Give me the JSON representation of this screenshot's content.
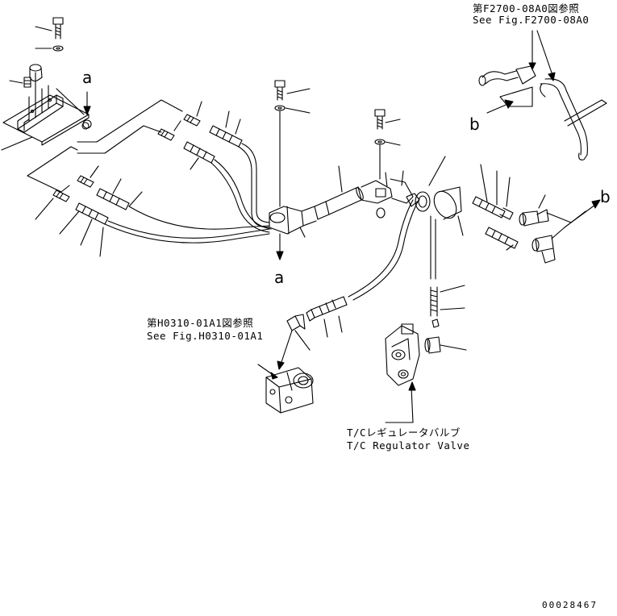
{
  "references": {
    "f2700": {
      "jp": "第F2700-08A0図参照",
      "en": "See Fig.F2700-08A0"
    },
    "h0310": {
      "jp": "第H0310-01A1図参照",
      "en": "See Fig.H0310-01A1"
    },
    "regulator": {
      "jp": "T/Cレギュレータバルブ",
      "en": "T/C Regulator Valve"
    }
  },
  "connectors": {
    "a": "a",
    "b": "b"
  },
  "sheet_number": "00028467"
}
